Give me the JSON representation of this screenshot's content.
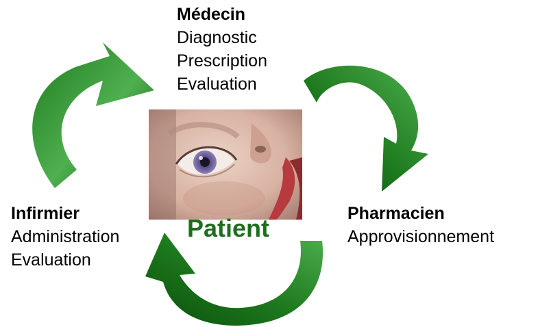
{
  "colors": {
    "arrow_dark": "#0a4f0a",
    "arrow_mid": "#1e7a1e",
    "arrow_light": "#4fb04f",
    "patient_label": "#1e6e1e"
  },
  "roles": {
    "medecin": {
      "title": "Médecin",
      "tasks": [
        "Diagnostic",
        "Prescription",
        "Evaluation"
      ]
    },
    "infirmier": {
      "title": "Infirmier",
      "tasks": [
        "Administration",
        "Evaluation"
      ]
    },
    "pharmacien": {
      "title": "Pharmacien",
      "tasks": [
        "Approvisionnement"
      ]
    }
  },
  "center": {
    "label": "Patient"
  }
}
